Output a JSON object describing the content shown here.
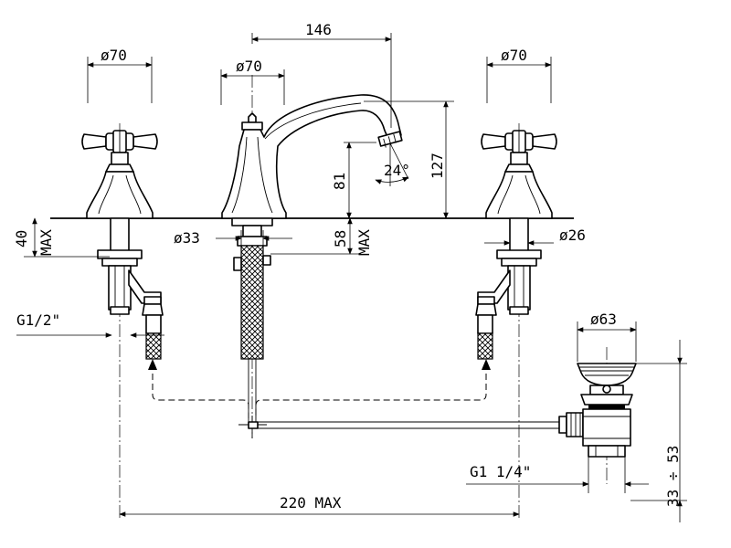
{
  "dimensions": {
    "handle_left_dia": "ø70",
    "spout_dia": "ø70",
    "handle_right_dia": "ø70",
    "spout_reach": "146",
    "spout_height_total": "127",
    "spout_outlet_height": "81",
    "spout_angle": "24°",
    "deck_thickness_max": "40 MAX",
    "deck_thickness_max_line1": "40",
    "deck_thickness_max_line2": "MAX",
    "spout_shank_dia": "ø33",
    "spout_shank_length": "58 MAX",
    "spout_shank_length_line1": "58",
    "spout_shank_length_line2": "MAX",
    "valve_shank_dia": "ø26",
    "inlet_thread": "G1/2\"",
    "waste_dia": "ø63",
    "waste_thread": "G1 1/4\"",
    "waste_height_range": "33 ÷ 53",
    "center_spacing": "220 MAX"
  },
  "icons": {
    "left_handle": "cross-handle-icon",
    "right_handle": "cross-handle-icon",
    "spout": "spout-icon",
    "waste": "pop-up-waste-icon"
  }
}
